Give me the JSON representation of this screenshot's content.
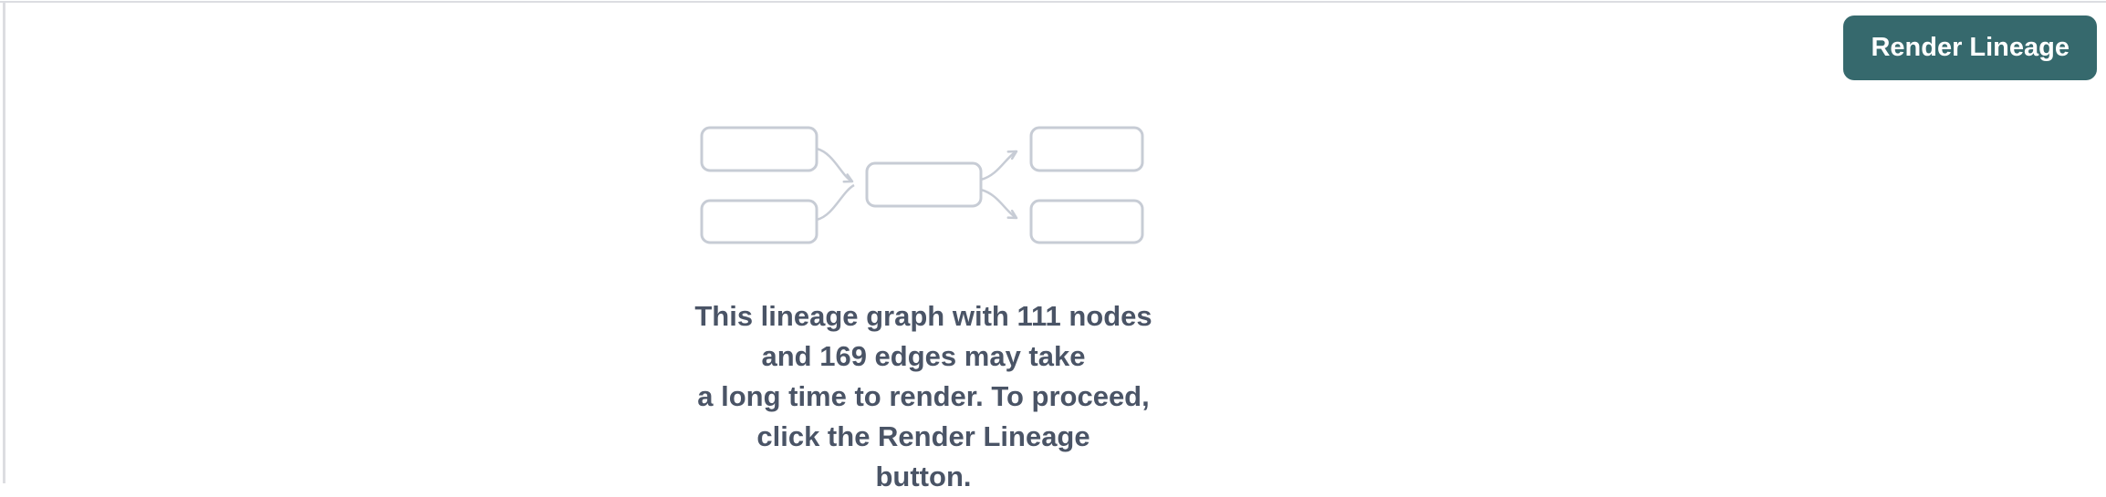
{
  "toolbar": {
    "render_button_label": "Render Lineage"
  },
  "empty_state": {
    "illustration": "lineage-graph-placeholder",
    "node_count": 111,
    "edge_count": 169,
    "message": "This lineage graph with 111 nodes and 169 edges may take a long time to render. To proceed, click the Render Lineage button.",
    "message_lines": [
      "This lineage graph with 111 nodes and 169 edges may take",
      "a long time to render. To proceed, click the Render Lineage",
      "button."
    ]
  },
  "colors": {
    "background": "#ffffff",
    "button_background": "#36696D",
    "button_text": "#ffffff",
    "message_text": "#4A5466",
    "node_border": "#C7CCD5",
    "divider": "#DCDDE1"
  }
}
